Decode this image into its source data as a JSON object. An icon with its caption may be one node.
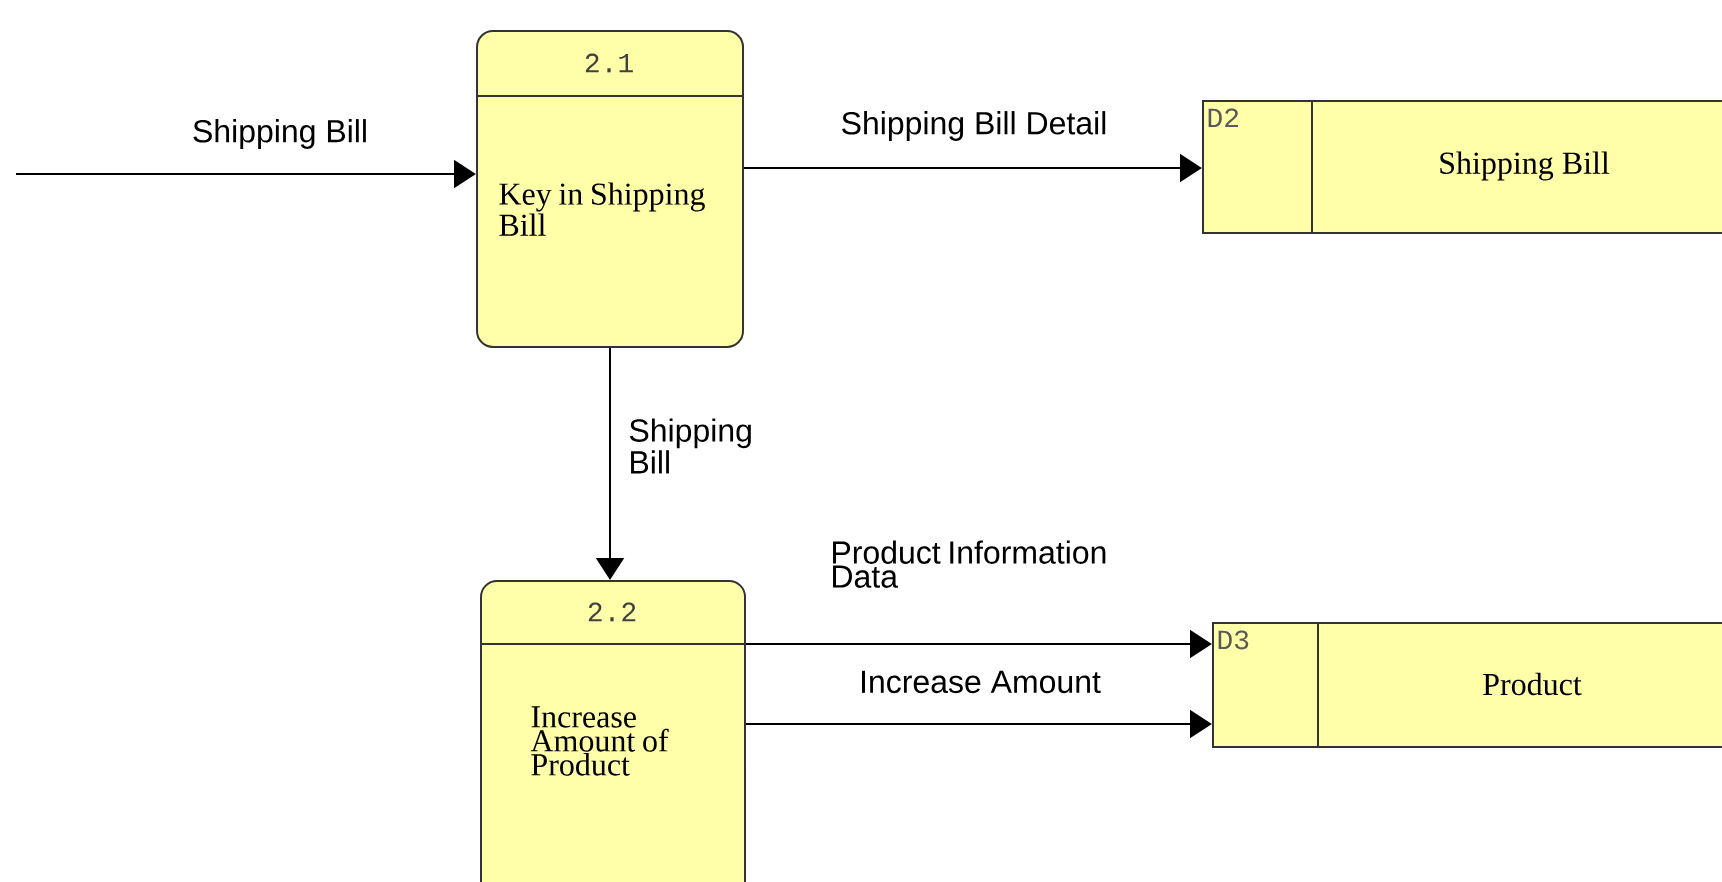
{
  "diagram": {
    "nodes": [
      {
        "text": [
          "2.1",
          "Key in Shipping Bill"
        ]
      },
      {
        "text": [
          "D2",
          "Shipping Bill"
        ]
      },
      {
        "text": [
          "2.2",
          "Increase Amount of Product"
        ]
      },
      {
        "text": [
          "D3",
          "Product"
        ]
      }
    ],
    "edges": [
      {
        "from": null,
        "to": 0,
        "arrow": "to",
        "label": "Shipping Bill"
      },
      {
        "from": 0,
        "to": 1,
        "arrow": "to",
        "label": "Shipping Bill Detail"
      },
      {
        "from": 0,
        "to": 2,
        "arrow": "to",
        "label": "Shipping Bill"
      },
      {
        "from": 2,
        "to": 3,
        "arrow": "to",
        "label": "Product Information Data"
      },
      {
        "from": 2,
        "to": 3,
        "arrow": "to",
        "label": "Increase Amount"
      }
    ]
  }
}
